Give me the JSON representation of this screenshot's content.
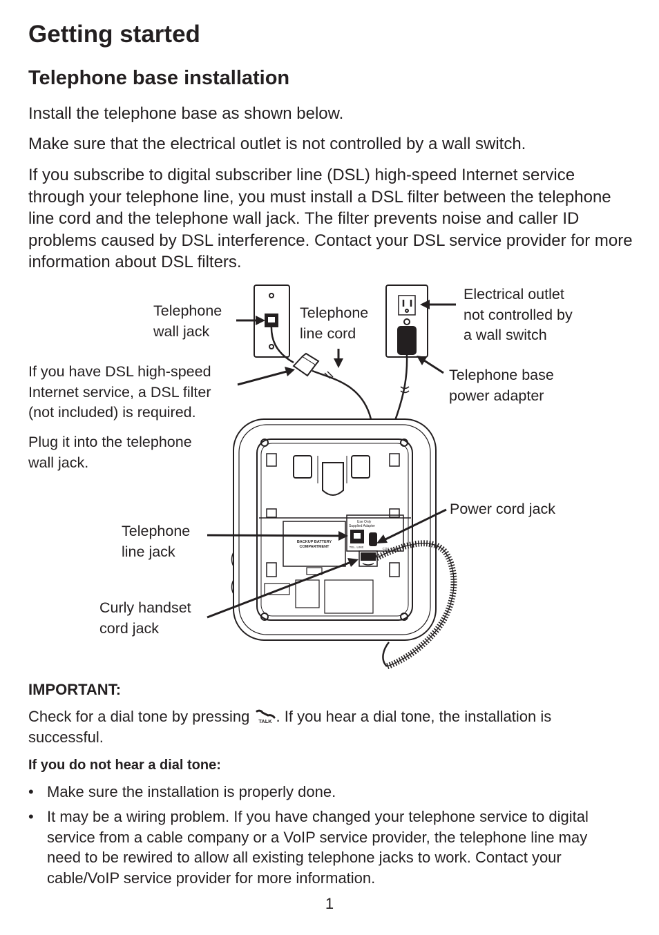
{
  "page": {
    "title": "Getting started",
    "subtitle": "Telephone base installation",
    "intro1": "Install the telephone base as shown below.",
    "intro2": "Make sure that the electrical outlet is not controlled by a wall switch.",
    "intro3": "If you subscribe to digital subscriber line (DSL) high-speed Internet service through your telephone line, you must install a DSL filter between the telephone line cord and the telephone wall jack. The filter prevents noise and caller ID problems caused by DSL interference. Contact your DSL service provider for more information about DSL filters.",
    "page_number": "1"
  },
  "diagram": {
    "wall_jack_line1": "Telephone",
    "wall_jack_line2": "wall jack",
    "line_cord_line1": "Telephone",
    "line_cord_line2": "line cord",
    "outlet_line1": "Electrical outlet",
    "outlet_line2": "not controlled by",
    "outlet_line3": "a wall switch",
    "dsl_line1": "If you have DSL high-speed",
    "dsl_line2": "Internet service, a DSL filter",
    "dsl_line3": "(not included) is required.",
    "plug_line1": "Plug it into the telephone",
    "plug_line2": "wall jack.",
    "adapter_line1": "Telephone base",
    "adapter_line2": "power adapter",
    "power_jack": "Power cord jack",
    "line_jack_line1": "Telephone",
    "line_jack_line2": "line jack",
    "curly_line1": "Curly handset",
    "curly_line2": "cord jack",
    "battery_line1": "BACKUP BATTERY",
    "battery_line2": "COMPARTMENT",
    "use_only_line1": "Use Only",
    "use_only_line2": "Supplied Adapter",
    "tel_line_tag": "TEL. LINE",
    "dc_cord_tag": "COIL CORD"
  },
  "notes": {
    "important_heading": "IMPORTANT:",
    "check_before": "Check for a dial tone by pressing ",
    "talk_icon_label": "TALK",
    "check_after": ". If you hear a dial tone, the installation is successful.",
    "no_tone_heading": "If you do not hear a dial tone:",
    "bullet_symbol": "•",
    "bullets": [
      "Make sure the installation is properly done.",
      "It may be a wiring problem. If you have changed your telephone service to digital service from a cable company or a VoIP service provider, the telephone line may need to be rewired to allow all existing telephone jacks to work. Contact your cable/VoIP service provider for more information."
    ]
  },
  "colors": {
    "text": "#231f20",
    "background": "#ffffff"
  },
  "icons": {
    "talk_key": "handset-talk-icon"
  }
}
